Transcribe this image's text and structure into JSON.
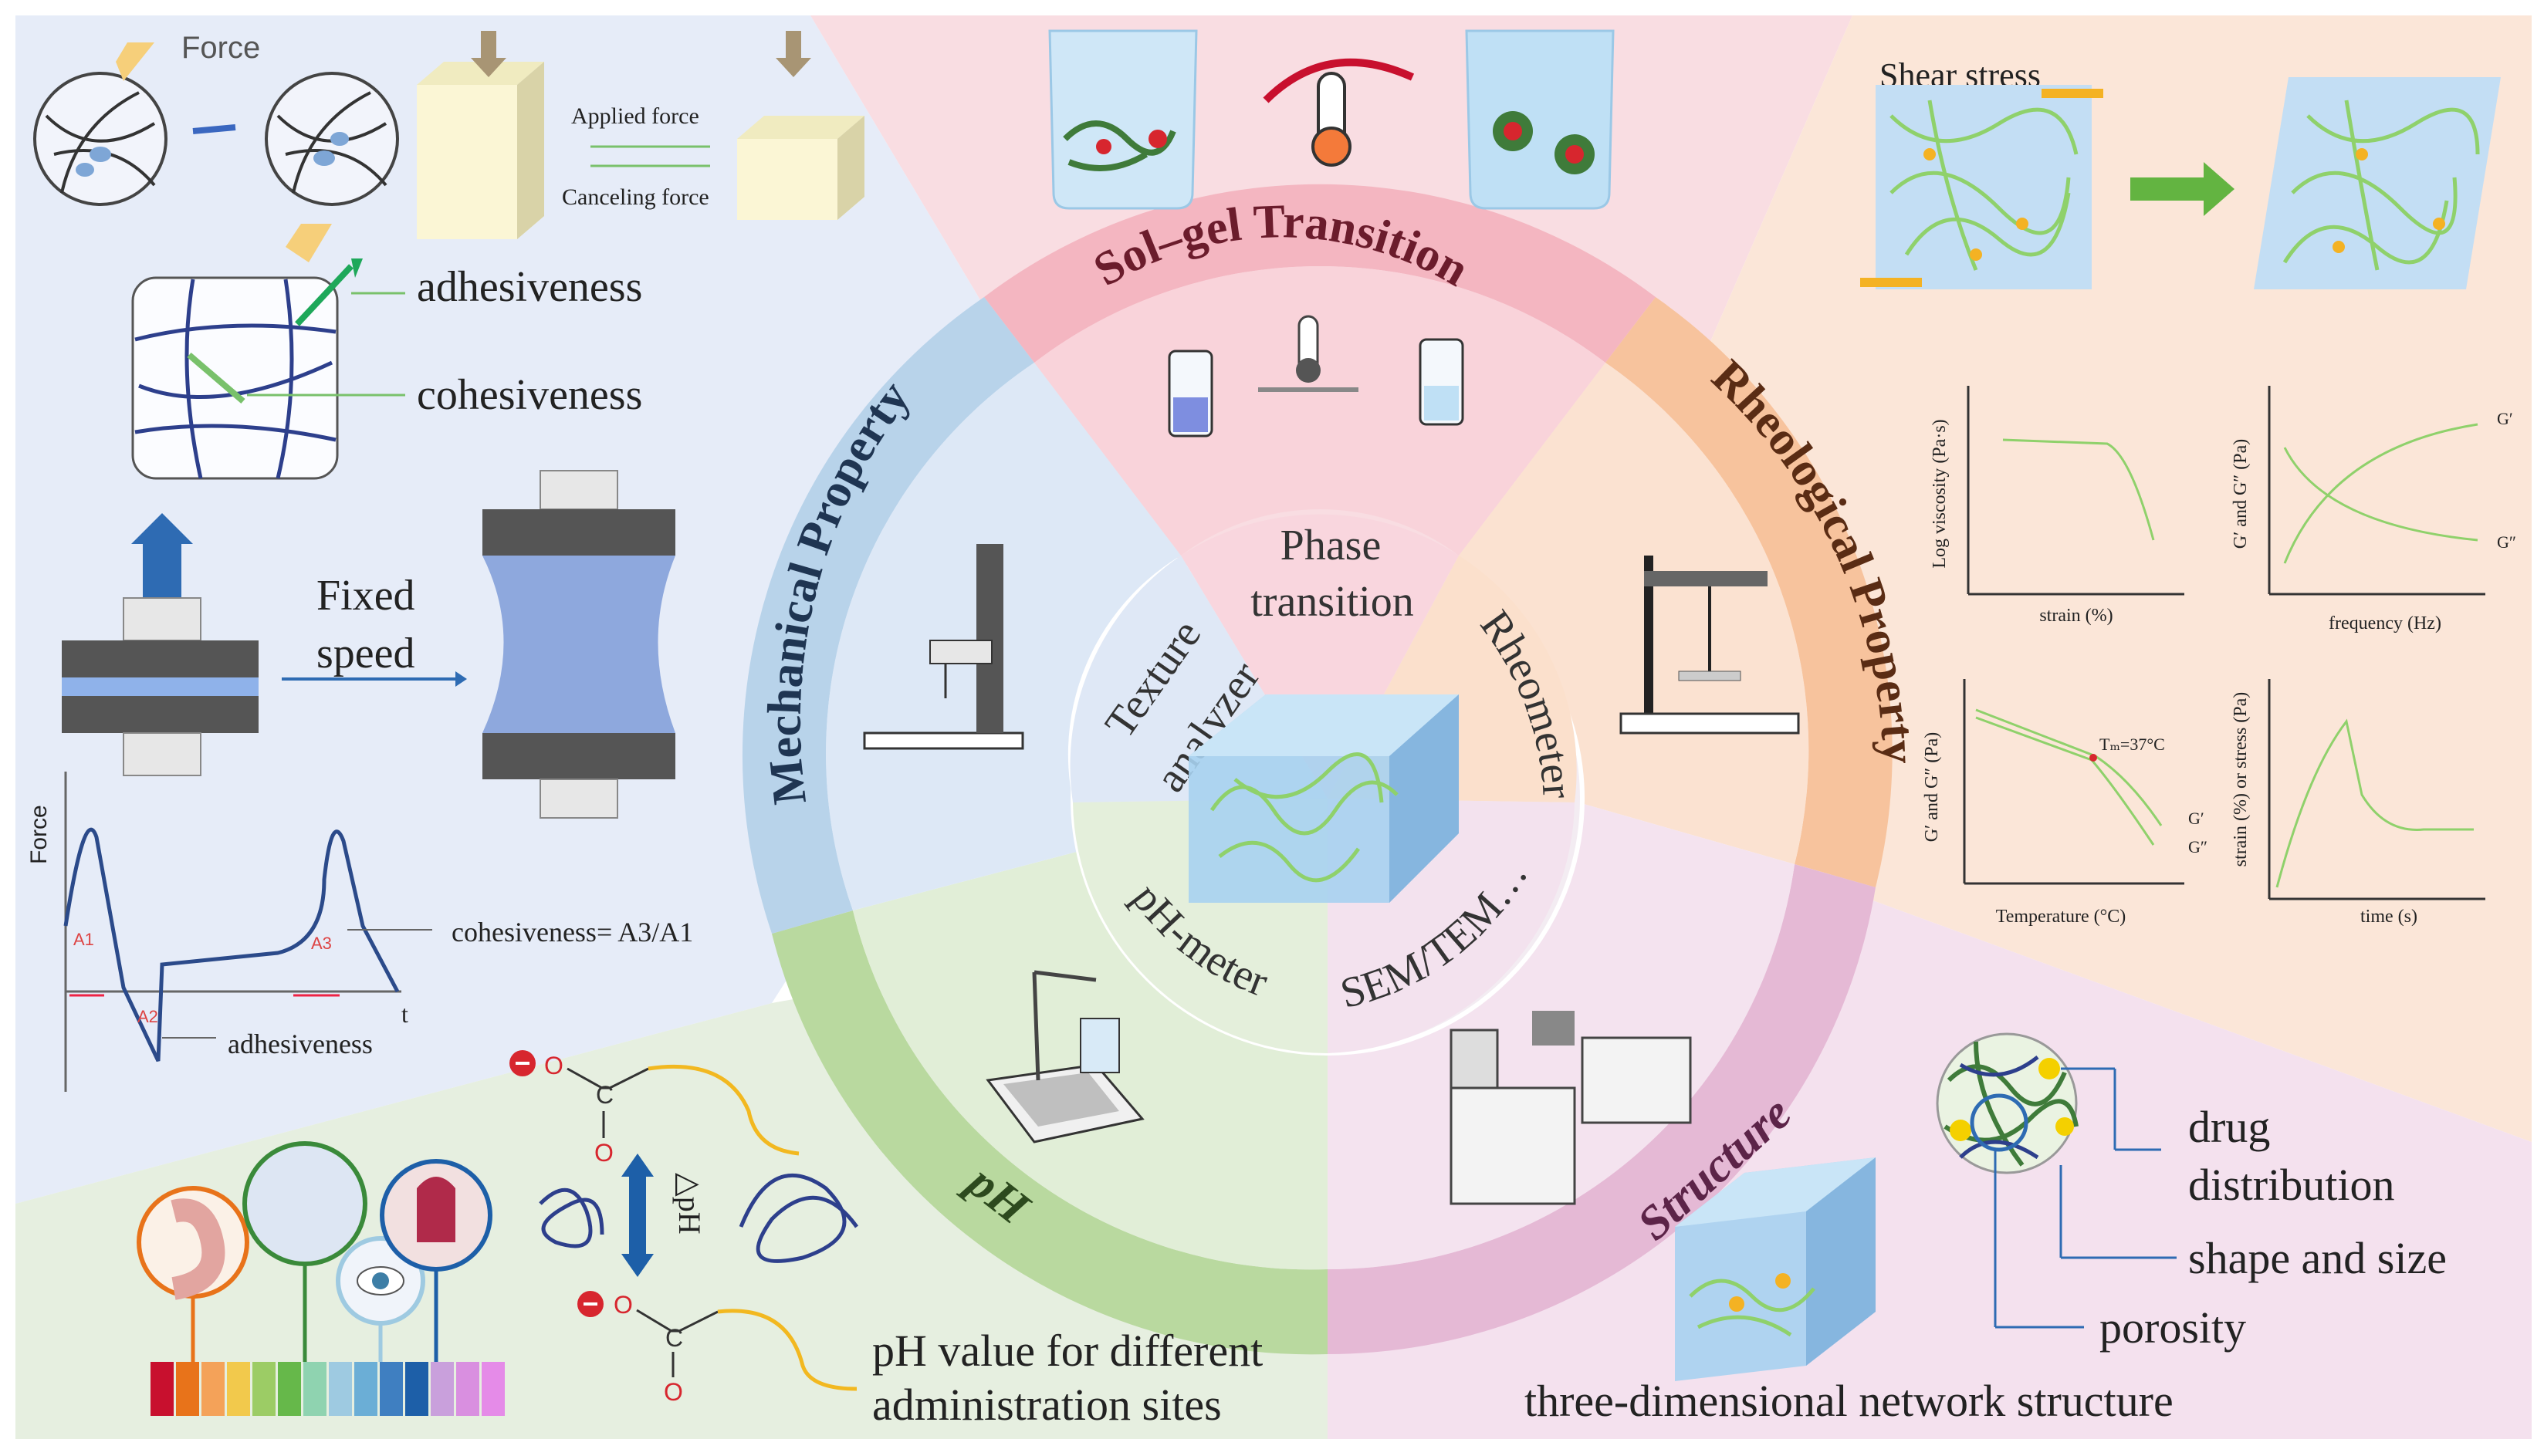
{
  "palette": {
    "mechanical_bg": "#e6ecf8",
    "solgel_bg": "#f9dde2",
    "rheo_bg": "#fbe6d8",
    "ph_bg": "#e6efe0",
    "structure_bg": "#f4e1ee",
    "mechanical_band": "#b8d3ea",
    "solgel_band": "#f4b6c1",
    "rheo_band": "#f7c39d",
    "ph_band": "#b9d99f",
    "structure_band": "#e5b9d5",
    "wire_blue": "#2d3f8c",
    "gel_green": "#8fd16b"
  },
  "sections": {
    "sol_gel": "Sol–gel  Transition",
    "rheological": "Rheological  Property",
    "mechanical": "Mechanical  Property",
    "ph": "pH",
    "structure": "Structure"
  },
  "instruments": {
    "phase_transition": [
      "Phase",
      "transition"
    ],
    "rheometer": "Rheometer",
    "texture_analyzer": [
      "Texture",
      "analyzer"
    ],
    "ph_meter": "pH-meter",
    "sem_tem": "SEM/TEM…"
  },
  "mechanical": {
    "force": "Force",
    "applied_force": "Applied force",
    "canceling_force": "Canceling  force",
    "adhesiveness": "adhesiveness",
    "cohesiveness": "cohesiveness",
    "fixed_speed": [
      "Fixed",
      "speed"
    ],
    "plot": {
      "ylabel": "Force",
      "xlabel": "t",
      "a1": "A1",
      "a2": "A2",
      "a3": "A3",
      "cohesiveness_formula": "cohesiveness= A3/A1",
      "adhesiveness_label": "adhesiveness"
    }
  },
  "rheology": {
    "shear_stress": "Shear stress",
    "plots": [
      {
        "ylabel": "Log  viscosity (Pa·s)",
        "xlabel": "strain (%)"
      },
      {
        "ylabel": "G′ and G″ (Pa)",
        "xlabel": "frequency (Hz)",
        "curves": [
          "G′",
          "G″"
        ]
      },
      {
        "ylabel": "G′ and G″ (Pa)",
        "xlabel": "Temperature (°C)",
        "annotation": "Tₘ=37°C",
        "curves": [
          "G′",
          "G″"
        ]
      },
      {
        "ylabel": "strain (%) or stress (Pa)",
        "xlabel": "time (s)"
      }
    ]
  },
  "ph_panel": {
    "delta_ph": "△pH",
    "caption": [
      "pH value for different",
      "administration sites"
    ],
    "scale_colors": [
      "#c8102e",
      "#e8731a",
      "#f4a259",
      "#f2c94c",
      "#9ccc65",
      "#66b84a",
      "#8fd3b0",
      "#9ecae1",
      "#6baed6",
      "#3f7fc1",
      "#1d5fa8",
      "#c9a0dc",
      "#d98fe0",
      "#e58be8"
    ]
  },
  "structure_panel": {
    "drug_distribution": [
      "drug",
      "distribution"
    ],
    "shape_and_size": "shape and size",
    "porosity": "porosity",
    "caption": "three-dimensional network structure"
  }
}
